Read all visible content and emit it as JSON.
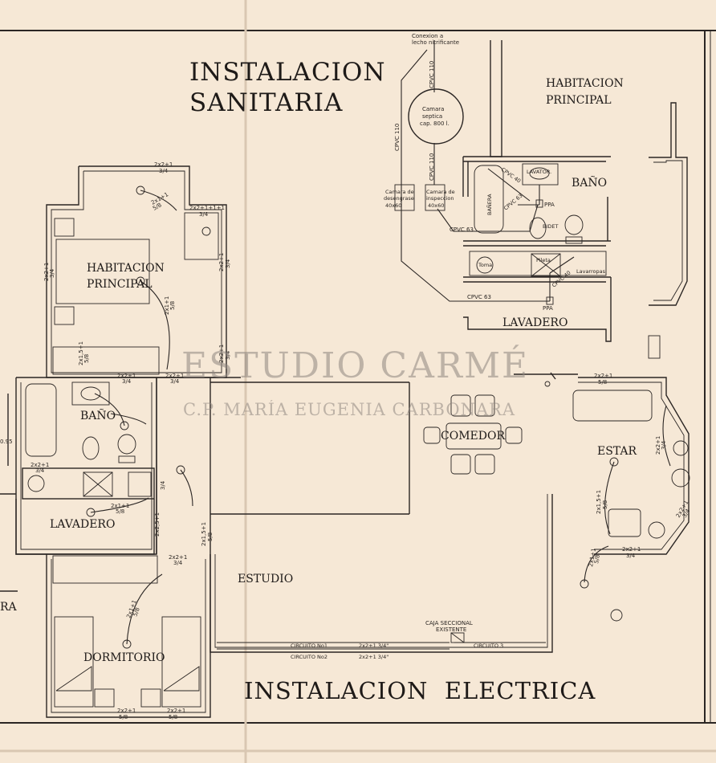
{
  "titles": {
    "sanitary_line1": "INSTALACION",
    "sanitary_line2": "SANITARIA",
    "electric": "INSTALACION  ELECTRICA"
  },
  "watermark": {
    "line1": "ESTUDIO CARMÉ",
    "line2": "C.P. MARÍA EUGENIA CARBONARA"
  },
  "left_plan": {
    "rooms": {
      "habitacion_line1": "HABITACION",
      "habitacion_line2": "PRINCIPAL",
      "bano": "BAÑO",
      "lavadero": "LAVADERO",
      "dormitorio": "DORMITORIO",
      "estudio": "ESTUDIO",
      "comedor": "COMEDOR",
      "estar": "ESTAR",
      "cut_ra": "RA"
    },
    "labels": {
      "l_22_34_top": "2x2+1",
      "l_22_34_top_b": "3/4",
      "l_2211": "2x2+1+1+1",
      "l_34a": "3/4",
      "l_215_58": "2x1+1",
      "l_58a": "5/8",
      "l_22_34_right": "2x2+1",
      "l_34_right": "3/4",
      "l_22_34_left": "2x2+1",
      "l_34_left": "3/4",
      "l_21_58_mid": "2x1+1",
      "l_58_mid": "5/8",
      "l_2x1_5": "2x1,5+1",
      "l_58b": "5/8",
      "l_22_34_bano": "2x2+1",
      "l_34_bano": "3/4",
      "l_22_34_b2": "2x2+1",
      "l_34_b2": "3/4",
      "l_22_34_b3": "2x2+1",
      "l_34_b3": "3/4",
      "l_095": "0.95",
      "l_22_34_lav": "2x2+1",
      "l_34_lav": "3/4",
      "l_21_58_lav": "2x1+1",
      "l_58_lav": "5/8",
      "l_2x25": "2x2,5+1",
      "l_34_v": "3/4",
      "l_22_34_dorm": "2x2+1",
      "l_34_dorm": "3/4",
      "l_21_58_dorm": "2x1+1",
      "l_58_dorm": "5/8",
      "l_22_58_bot1": "2x2+1",
      "l_58_bot1": "5/8",
      "l_22_58_bot2": "2x2+1",
      "l_58_bot2": "5/8",
      "l_22_58_comedor": "2x2+1",
      "l_58_comedor": "5/8",
      "l_215_58_estar": "2x1,5+1",
      "l_58_estar": "5/8",
      "l_22_34_estar": "2x2+1",
      "l_34_estar": "3/4",
      "l_22_34_estar2": "2x2+1",
      "l_34_estar2": "3/4",
      "l_21_58_estar3": "2x1+1",
      "l_58_estar3": "5/8",
      "caja1": "CAJA SECCIONAL",
      "caja2": "EXISTENTE",
      "circ1": "CIRCUITO  No1",
      "circ1_val": "2x2+1  3/4\"",
      "circ2": "CIRCUITO  No2",
      "circ2_val": "2x2+1  3/4\"",
      "circ3": "CIRCUITO  3",
      "l_22_34_v2": "2x2+1",
      "l_34_v2": "3/4",
      "l_215_v3": "2x1,5+1",
      "l_58_v3": "5/8"
    }
  },
  "right_plan": {
    "rooms": {
      "habitacion_line1": "HABITACION",
      "habitacion_line2": "PRINCIPAL",
      "bano": "BAÑO",
      "lavadero": "LAVADERO"
    },
    "labels": {
      "conexion1": "Conexion a",
      "conexion2": "lecho nitrificante",
      "cpvc110_top": "CPVC 110",
      "camara1": "Camara",
      "camara2": "septica",
      "camara3": "cap. 800 l.",
      "cpvc110_left": "CPVC 110",
      "cpvc110_mid": "CPVC 110",
      "desengrase1": "Camara de",
      "desengrase2": "desengrase",
      "desengrase3": "40x60",
      "inspeccion1": "Camara de",
      "inspeccion2": "inspeccion",
      "inspeccion3": "40x60",
      "cpvc63_a": "CPVC 63",
      "cpvc63_b": "CPVC 63",
      "cpvc63_c": "CPVC 63",
      "cpvc40_a": "CPVC 40",
      "cpvc40_b": "CPVC 40",
      "banera": "BAÑERA",
      "lavatorio": "LAVATOR.",
      "bidet": "BIDET",
      "ppa1": "PPA",
      "ppa2": "PPA",
      "pileta": "Pileta",
      "lavarropas": "Lavarropas",
      "toma": "Toma"
    }
  }
}
